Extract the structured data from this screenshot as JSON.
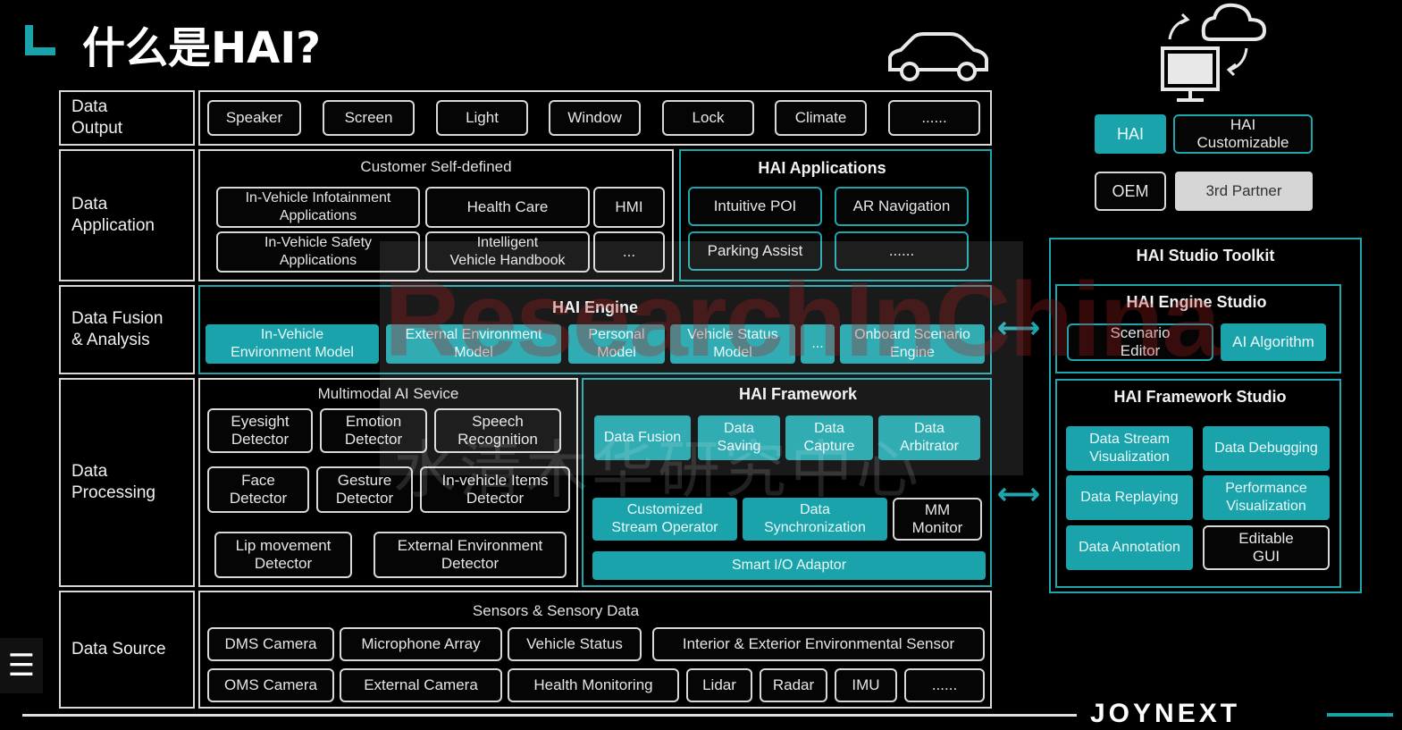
{
  "header": {
    "title": "什么是HAI?"
  },
  "rows": {
    "data_output": "Data\nOutput",
    "data_application": "Data\nApplication",
    "data_fusion": "Data Fusion\n& Analysis",
    "data_processing": "Data\nProcessing",
    "data_source": "Data Source"
  },
  "output_items": [
    "Speaker",
    "Screen",
    "Light",
    "Window",
    "Lock",
    "Climate",
    "......"
  ],
  "customer": {
    "title": "Customer Self-defined",
    "items": [
      "In-Vehicle Infotainment\nApplications",
      "Health Care",
      "HMI",
      "In-Vehicle Safety\nApplications",
      "Intelligent\nVehicle Handbook",
      "..."
    ]
  },
  "hai_apps": {
    "title": "HAI Applications",
    "items": [
      "Intuitive POI",
      "AR Navigation",
      "Parking Assist",
      "......"
    ]
  },
  "engine": {
    "title": "HAI Engine",
    "items": [
      "In-Vehicle\nEnvironment Model",
      "External Environment\nModel",
      "Personal\nModel",
      "Vehicle Status\nModel",
      "...",
      "Onboard Scenario\nEngine"
    ]
  },
  "multimodal": {
    "title": "Multimodal AI Sevice",
    "items": [
      "Eyesight\nDetector",
      "Emotion\nDetector",
      "Speech\nRecognition",
      "Face\nDetector",
      "Gesture\nDetector",
      "In-vehicle Items\nDetector",
      "Lip movement\nDetector",
      "External Environment\nDetector"
    ]
  },
  "framework": {
    "title": "HAI Framework",
    "items": [
      "Data Fusion",
      "Data\nSaving",
      "Data\nCapture",
      "Data\nArbitrator",
      "Customized\nStream Operator",
      "Data\nSynchronization",
      "MM\nMonitor",
      "Smart I/O Adaptor"
    ]
  },
  "source": {
    "title": "Sensors & Sensory Data",
    "items": [
      "DMS Camera",
      "Microphone Array",
      "Vehicle Status",
      "Interior & Exterior Environmental Sensor",
      "OMS Camera",
      "External Camera",
      "Health Monitoring",
      "Lidar",
      "Radar",
      "IMU",
      "......"
    ]
  },
  "legend": {
    "hai": "HAI",
    "customizable": "HAI\nCustomizable",
    "oem": "OEM",
    "third_partner": "3rd Partner"
  },
  "studio": {
    "title": "HAI Studio Toolkit",
    "engine_title": "HAI Engine Studio",
    "engine_items": [
      "Scenario\nEditor",
      "AI Algorithm"
    ],
    "framework_title": "HAI Framework Studio",
    "framework_items": [
      "Data Stream\nVisualization",
      "Data Debugging",
      "Data Replaying",
      "Performance\nVisualization",
      "Data Annotation",
      "Editable\nGUI"
    ]
  },
  "watermark": {
    "en": "ResearchInChina",
    "cn": "水清木华研究中心"
  },
  "brand": "JOYNEXT",
  "colors": {
    "teal": "#1aa3ab",
    "background": "#000000",
    "frame": "#d8d8d8"
  }
}
